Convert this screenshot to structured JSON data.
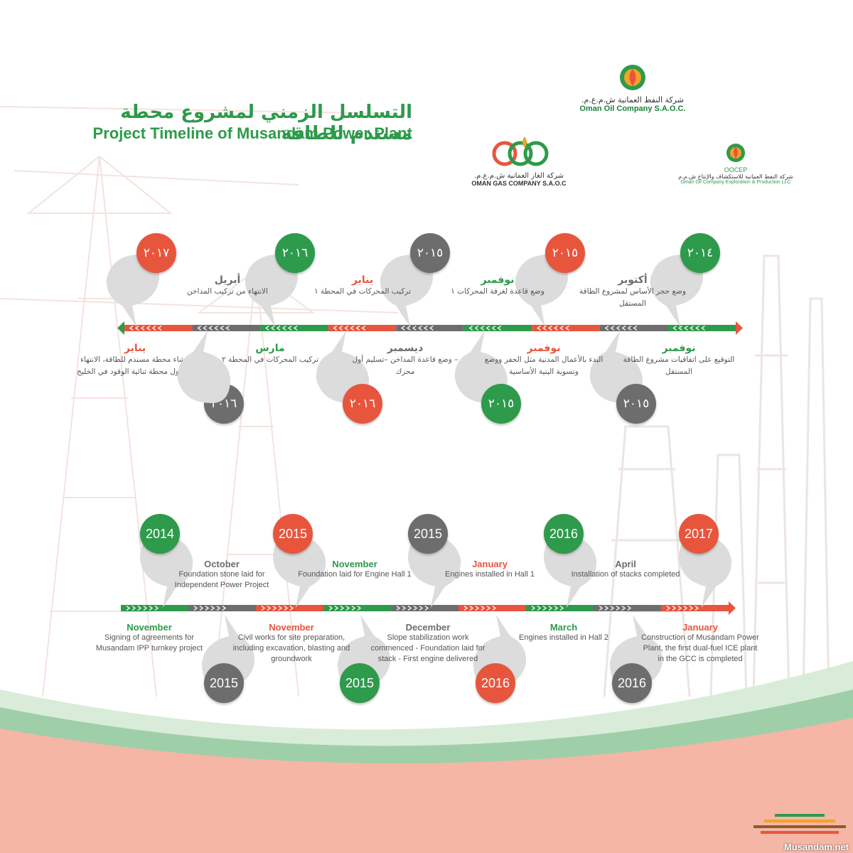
{
  "title_ar": "التسلسل الزمني لمشروع محطة مسندم للطاقة",
  "title_en": "Project Timeline of Musandam Power Plant",
  "logos": {
    "oman_oil": {
      "ar": "شركة النفط العمانية ش.م.ع.م.",
      "en": "Oman Oil Company S.A.O.C."
    },
    "oman_gas": {
      "ar": "شركة الغاز العمانية ش.م.ع.م.",
      "en": "OMAN GAS COMPANY S.A.O.C"
    },
    "oocep": {
      "brand": "OOCEP",
      "ar": "شركة النفط العمانية للاستكشاف والإنتاج ش.م.م",
      "en": "Oman Oil Company Exploration & Production LLC"
    }
  },
  "watermark": "Musandam.net",
  "colors": {
    "green": "#2e9a4b",
    "red": "#e8553d",
    "grey": "#6d6d6d",
    "bubble": "#dcdcdc",
    "band_green": "#bfe0c5",
    "band_pink": "#f5b6a5"
  },
  "arabic_timeline": {
    "top": [
      {
        "year": "٢٠١٤",
        "color": "green",
        "month": "أكتوبر",
        "desc": "وضع حجر الأساس لمشروع الطاقة المستقل"
      },
      {
        "year": "٢٠١٥",
        "color": "red",
        "month": "نوفمبر",
        "desc": "وضع قاعدة لغرفة المحركات ١"
      },
      {
        "year": "٢٠١٥",
        "color": "grey",
        "month": "يناير",
        "desc": "تركيب المحركات في المحطة ١"
      },
      {
        "year": "٢٠١٦",
        "color": "green",
        "month": "أبريل",
        "desc": "الانتهاء من تركيب المداخن"
      },
      {
        "year": "٢٠١٧",
        "color": "red",
        "month": "",
        "desc": ""
      }
    ],
    "bottom": [
      {
        "year": "٢٠١٥",
        "color": "grey",
        "month": "نوفمبر",
        "desc": "التوقيع على اتفاقيات مشروع الطاقة المستقل"
      },
      {
        "year": "٢٠١٥",
        "color": "green",
        "month": "نوفمبر",
        "desc": "البدء بالأعمال المدنية مثل الحفر ووضع وتسوية البنية الأساسية"
      },
      {
        "year": "٢٠١٦",
        "color": "red",
        "month": "ديسمبر",
        "desc": "– وضع قاعدة المداخن –تسليم أول محرك"
      },
      {
        "year": "٢٠١٦",
        "color": "grey",
        "month": "مارس",
        "desc": "تركيب المحركات في المحطة ٢"
      },
      {
        "year": "",
        "color": "",
        "month": "يناير",
        "desc": "إنشاء محطة مسندم للطاقة، الانتهاء من أول محطة ثنائية الوقود في الخليج"
      }
    ]
  },
  "english_timeline": {
    "top": [
      {
        "year": "2014",
        "color": "green",
        "month": "October",
        "desc": "Foundation stone laid for Independent Power Project"
      },
      {
        "year": "2015",
        "color": "red",
        "month": "November",
        "desc": "Foundation laid for Engine Hall 1"
      },
      {
        "year": "2015",
        "color": "grey",
        "month": "January",
        "desc": "Engines installed in Hall 1"
      },
      {
        "year": "2016",
        "color": "green",
        "month": "April",
        "desc": "Installation of stacks completed"
      },
      {
        "year": "2017",
        "color": "red",
        "month": "",
        "desc": ""
      }
    ],
    "bottom": [
      {
        "year": "2015",
        "color": "grey",
        "month": "November",
        "desc": "Signing of agreements for Musandam IPP turnkey project"
      },
      {
        "year": "2015",
        "color": "green",
        "month": "November",
        "desc": "Civil works for site preparation, including excavation, blasting and groundwork"
      },
      {
        "year": "2016",
        "color": "red",
        "month": "December",
        "desc": "Slope stabilization work commenced - Foundation laid for stack - First engine delivered"
      },
      {
        "year": "2016",
        "color": "grey",
        "month": "March",
        "desc": "Engines installed in Hall 2"
      },
      {
        "year": "",
        "color": "",
        "month": "January",
        "desc": "Construction of Musandam Power Plant, the first dual-fuel ICE plant in the GCC is completed"
      }
    ]
  }
}
